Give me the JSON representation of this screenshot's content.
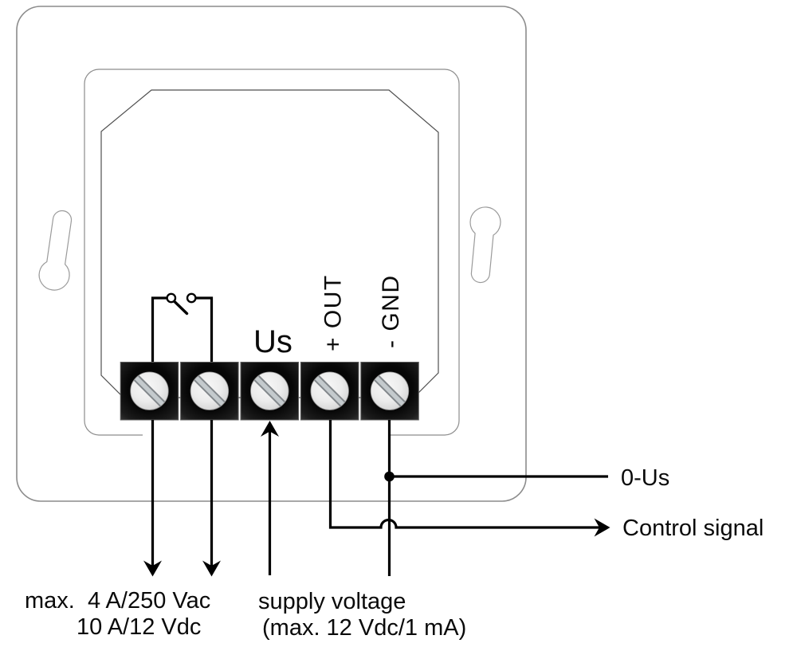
{
  "diagram": {
    "type": "wiring-diagram",
    "terminal_labels": {
      "us": "Us",
      "out_plus": "+ OUT",
      "gnd_minus": "- GND"
    },
    "annotations": {
      "relay_rating_line1": "max.  4 A/250 Vac",
      "relay_rating_line2": "10 A/12 Vdc",
      "supply_voltage_line1": "supply voltage",
      "supply_voltage_line2": "(max. 12 Vdc/1 mA)",
      "output_signal": "0-Us",
      "control_signal": "Control signal"
    },
    "colors": {
      "background": "#ffffff",
      "wire": "#000000",
      "housing_outline": "#8c8c8c",
      "octagon_outline": "#4f4f4f",
      "terminal_body": "#0d0d0d",
      "screw_face": "#e9e9e9"
    }
  }
}
